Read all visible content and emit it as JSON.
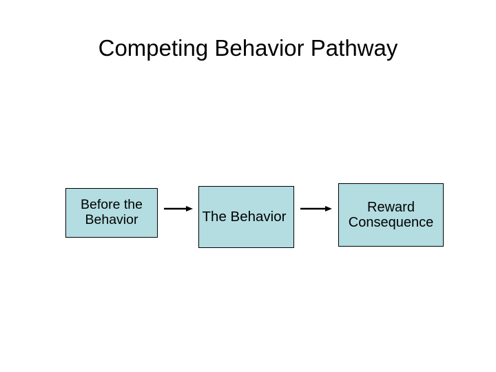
{
  "slide": {
    "title": "Competing Behavior Pathway",
    "background_color": "#ffffff"
  },
  "diagram": {
    "type": "flowchart",
    "orientation": "left-to-right",
    "box_fill_color": "#b3dde1",
    "box_border_color": "#000000",
    "text_color": "#000000",
    "boxes": [
      {
        "id": "before",
        "name": "before-the-behavior-box",
        "lines": [
          "Before the",
          "Behavior"
        ],
        "text": "Before the Behavior"
      },
      {
        "id": "behavior",
        "name": "the-behavior-box",
        "lines": [
          "The Behavior"
        ],
        "text": "The Behavior"
      },
      {
        "id": "reward",
        "name": "reward-consequence-box",
        "lines": [
          "Reward",
          "Consequence"
        ],
        "text": "Reward Consequence"
      }
    ],
    "arrows": [
      {
        "id": "arrow-1",
        "name": "arrow-before-to-behavior",
        "from": "before",
        "to": "behavior",
        "glyph": "right-arrow-icon"
      },
      {
        "id": "arrow-2",
        "name": "arrow-behavior-to-reward",
        "from": "behavior",
        "to": "reward",
        "glyph": "right-arrow-icon"
      }
    ]
  }
}
